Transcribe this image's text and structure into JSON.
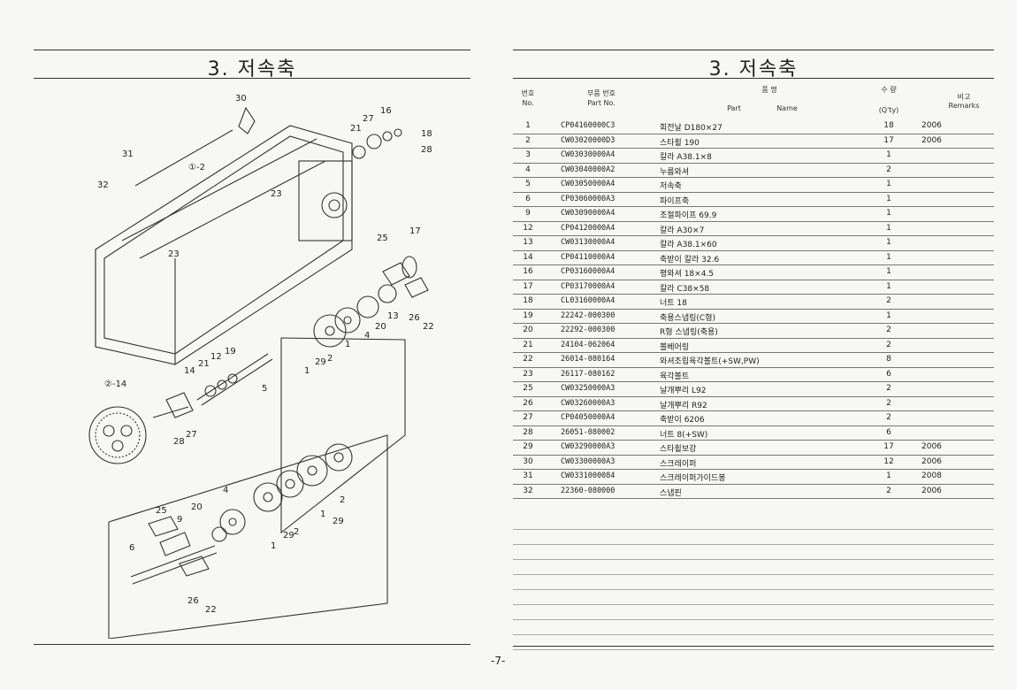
{
  "left": {
    "title": "3. 저속축"
  },
  "right": {
    "title": "3. 저속축"
  },
  "table": {
    "headers": {
      "no_ko": "번호",
      "no_en": "No.",
      "part_ko": "부품 번호",
      "part_en": "Part  No.",
      "name_ko": "품            명",
      "name_part": "Part",
      "name_name": "Name",
      "qty_ko": "수  량",
      "qty_en": "(Q'ty)",
      "remarks_ko": "비고",
      "remarks_en": "Remarks"
    },
    "rows": [
      {
        "no": "1",
        "part": "CP04160000C3",
        "name": "회전날 D180×27",
        "qty": "18",
        "rem": "2006"
      },
      {
        "no": "2",
        "part": "CW03020000D3",
        "name": "스타휠 190",
        "qty": "17",
        "rem": "2006"
      },
      {
        "no": "3",
        "part": "CW03030000A4",
        "name": "칼라 A38.1×8",
        "qty": "1",
        "rem": ""
      },
      {
        "no": "4",
        "part": "CW03040000A2",
        "name": "누름와셔",
        "qty": "2",
        "rem": ""
      },
      {
        "no": "5",
        "part": "CW03050000A4",
        "name": "저속축",
        "qty": "1",
        "rem": ""
      },
      {
        "no": "6",
        "part": "CP03060000A3",
        "name": "파이프축",
        "qty": "1",
        "rem": ""
      },
      {
        "no": "9",
        "part": "CW03090000A4",
        "name": "조절파이프 69.9",
        "qty": "1",
        "rem": ""
      },
      {
        "no": "12",
        "part": "CP04120000A4",
        "name": "칼라 A30×7",
        "qty": "1",
        "rem": ""
      },
      {
        "no": "13",
        "part": "CW03130000A4",
        "name": "칼라 A38.1×60",
        "qty": "1",
        "rem": ""
      },
      {
        "no": "14",
        "part": "CP04110000A4",
        "name": "축받이 칼라 32.6",
        "qty": "1",
        "rem": ""
      },
      {
        "no": "16",
        "part": "CP03160000A4",
        "name": "평와셔 18×4.5",
        "qty": "1",
        "rem": ""
      },
      {
        "no": "17",
        "part": "CP03170000A4",
        "name": "칼라 C38×58",
        "qty": "1",
        "rem": ""
      },
      {
        "no": "18",
        "part": "CL03160000A4",
        "name": "너트 18",
        "qty": "2",
        "rem": ""
      },
      {
        "no": "19",
        "part": "22242-000300",
        "name": "축용스냅링(C형)",
        "qty": "1",
        "rem": ""
      },
      {
        "no": "20",
        "part": "22292-000300",
        "name": "R형 스냅링(축용)",
        "qty": "2",
        "rem": ""
      },
      {
        "no": "21",
        "part": "24104-062064",
        "name": "볼베어링",
        "qty": "2",
        "rem": ""
      },
      {
        "no": "22",
        "part": "26014-080164",
        "name": "와셔조립육각볼트(+SW,PW)",
        "qty": "8",
        "rem": ""
      },
      {
        "no": "23",
        "part": "26117-080162",
        "name": "육각볼트",
        "qty": "6",
        "rem": ""
      },
      {
        "no": "25",
        "part": "CW03250000A3",
        "name": "날개뿌리 L92",
        "qty": "2",
        "rem": ""
      },
      {
        "no": "26",
        "part": "CW03260000A3",
        "name": "날개뿌리 R92",
        "qty": "2",
        "rem": ""
      },
      {
        "no": "27",
        "part": "CP04050000A4",
        "name": "축받이 6206",
        "qty": "2",
        "rem": ""
      },
      {
        "no": "28",
        "part": "26051-080002",
        "name": "너트 8(+SW)",
        "qty": "6",
        "rem": ""
      },
      {
        "no": "29",
        "part": "CW03290000A3",
        "name": "스타휠보강",
        "qty": "17",
        "rem": "2006"
      },
      {
        "no": "30",
        "part": "CW03300000A3",
        "name": "스크레이퍼",
        "qty": "12",
        "rem": "2006"
      },
      {
        "no": "31",
        "part": "CW0331000084",
        "name": "스크레이퍼가이드봉",
        "qty": "1",
        "rem": "2008"
      },
      {
        "no": "32",
        "part": "22360-080000",
        "name": "스냅핀",
        "qty": "2",
        "rem": "2006"
      }
    ]
  },
  "diagram": {
    "labels": [
      "30",
      "27",
      "16",
      "21",
      "18",
      "28",
      "32",
      "31",
      "1",
      "2",
      "23",
      "17",
      "25",
      "13",
      "26",
      "22",
      "20",
      "4",
      "2",
      "29",
      "1",
      "19",
      "12",
      "21",
      "14",
      "5",
      "2",
      "14",
      "28",
      "27",
      "4",
      "20",
      "25",
      "9",
      "6",
      "1",
      "2",
      "29",
      "29",
      "2",
      "1",
      "26",
      "22"
    ]
  },
  "page_number": "-7-"
}
